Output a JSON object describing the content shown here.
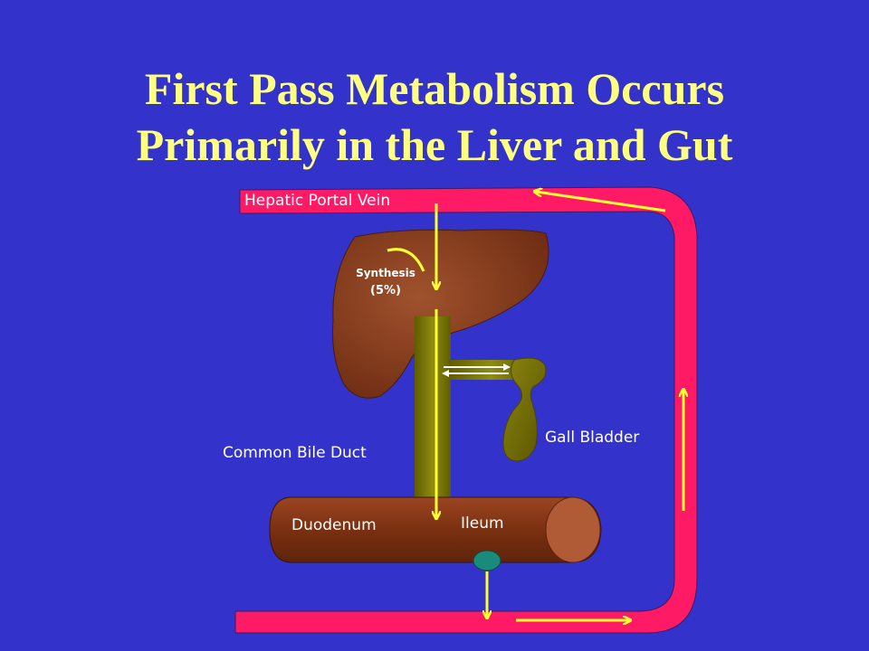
{
  "slide": {
    "title_line1": "First Pass Metabolism Occurs",
    "title_line2": "Primarily in the Liver and Gut"
  },
  "diagram": {
    "labels": {
      "portal_vein": "Hepatic Portal Vein",
      "synthesis": "Synthesis",
      "synthesis_pct": "(5%)",
      "common_bile_duct": "Common Bile Duct",
      "gall_bladder": "Gall Bladder",
      "duodenum": "Duodenum",
      "ileum": "Ileum"
    },
    "colors": {
      "background": "#3333cc",
      "title": "#ffff80",
      "vein": "#ff1a66",
      "liver": "#8b3a1a",
      "duct": "#7d7a00",
      "intestine": "#8a3a1a",
      "arrow": "#ffff33",
      "node": "#1a8a7a"
    }
  }
}
